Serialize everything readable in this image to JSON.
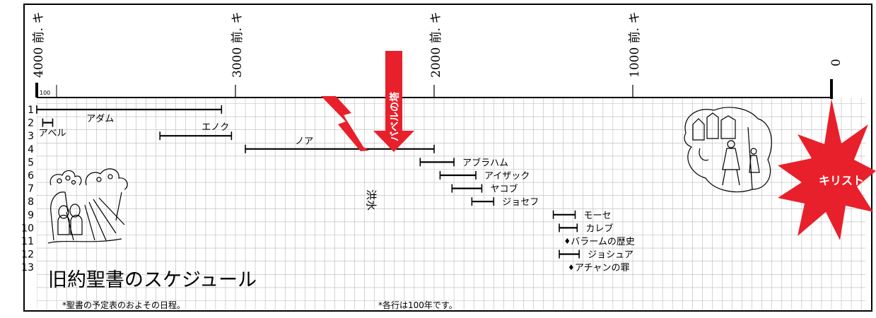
{
  "title": "旧約聖書のスケジュール",
  "axis": {
    "scale_marker": "100",
    "labels": [
      "4000 前. キ",
      "3000 前. キ",
      "2000 前. キ",
      "1000 前. キ",
      "0"
    ]
  },
  "row_labels": [
    "1",
    "2",
    "3",
    "4",
    "5",
    "6",
    "7",
    "8",
    "9",
    "10",
    "11",
    "12",
    "13"
  ],
  "entries": [
    {
      "row": 1,
      "name": "アダム",
      "start": -4000,
      "end": -3070,
      "kind": "bar"
    },
    {
      "row": 2,
      "name": "アベル",
      "start": -3970,
      "end": -3920,
      "kind": "bar"
    },
    {
      "row": 3,
      "name": "エノク",
      "start": -3380,
      "end": -3020,
      "kind": "bar"
    },
    {
      "row": 4,
      "name": "ノア",
      "start": -2950,
      "end": -2000,
      "kind": "bar"
    },
    {
      "row": 5,
      "name": "アブラハム",
      "start": -2070,
      "end": -1900,
      "kind": "bar"
    },
    {
      "row": 6,
      "name": "アイザック",
      "start": -1970,
      "end": -1790,
      "kind": "bar"
    },
    {
      "row": 7,
      "name": "ヤコブ",
      "start": -1910,
      "end": -1760,
      "kind": "bar"
    },
    {
      "row": 8,
      "name": "ジョセフ",
      "start": -1810,
      "end": -1700,
      "kind": "bar"
    },
    {
      "row": 9,
      "name": "モーセ",
      "start": -1400,
      "end": -1290,
      "kind": "bar"
    },
    {
      "row": 10,
      "name": "カレブ",
      "start": -1370,
      "end": -1280,
      "kind": "bar"
    },
    {
      "row": 11,
      "name": "バラームの歴史",
      "start": -1330,
      "end": -1330,
      "kind": "point"
    },
    {
      "row": 12,
      "name": "ジョシュア",
      "start": -1370,
      "end": -1270,
      "kind": "bar"
    },
    {
      "row": 13,
      "name": "アチャンの罪",
      "start": -1310,
      "end": -1310,
      "kind": "point"
    }
  ],
  "events": {
    "babel": "バベルの塔",
    "flood": "洪水",
    "christ": "キリスト"
  },
  "footnotes": {
    "left": "*聖書の予定表のおよその日程。",
    "center": "*各行は100年です。"
  },
  "colors": {
    "event_red": "#e8202b",
    "grid": "#b9b9b9",
    "frame": "#000000"
  }
}
